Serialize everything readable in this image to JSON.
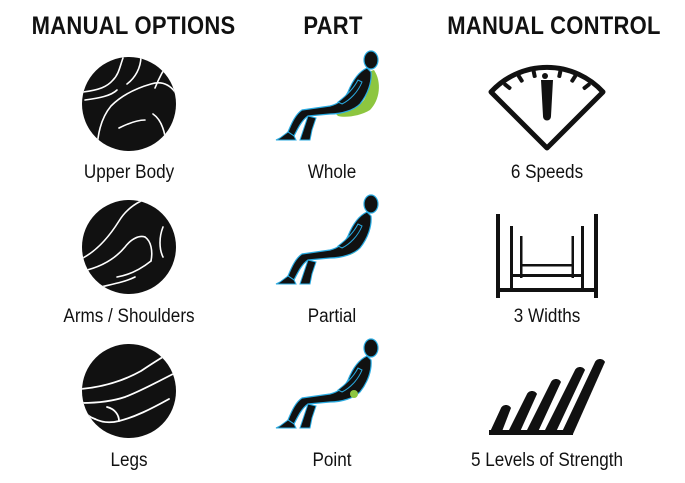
{
  "headings": {
    "options": "MANUAL OPTIONS",
    "part": "PART",
    "control": "MANUAL CONTROL"
  },
  "options": [
    {
      "label": "Upper Body",
      "icon": "upper-body-icon"
    },
    {
      "label": "Arms / Shoulders",
      "icon": "arms-shoulders-icon"
    },
    {
      "label": "Legs",
      "icon": "legs-icon"
    }
  ],
  "parts": [
    {
      "label": "Whole",
      "icon": "whole-body-seated-icon"
    },
    {
      "label": "Partial",
      "icon": "partial-body-seated-icon"
    },
    {
      "label": "Point",
      "icon": "point-seated-icon"
    }
  ],
  "controls": [
    {
      "label": "6 Speeds",
      "icon": "speed-gauge-icon"
    },
    {
      "label": "3 Widths",
      "icon": "widths-icon"
    },
    {
      "label": "5 Levels of Strength",
      "icon": "strength-levels-icon"
    }
  ],
  "colors": {
    "ink": "#111111",
    "accent_green": "#8dc63f",
    "outline_blue": "#29abe2"
  }
}
